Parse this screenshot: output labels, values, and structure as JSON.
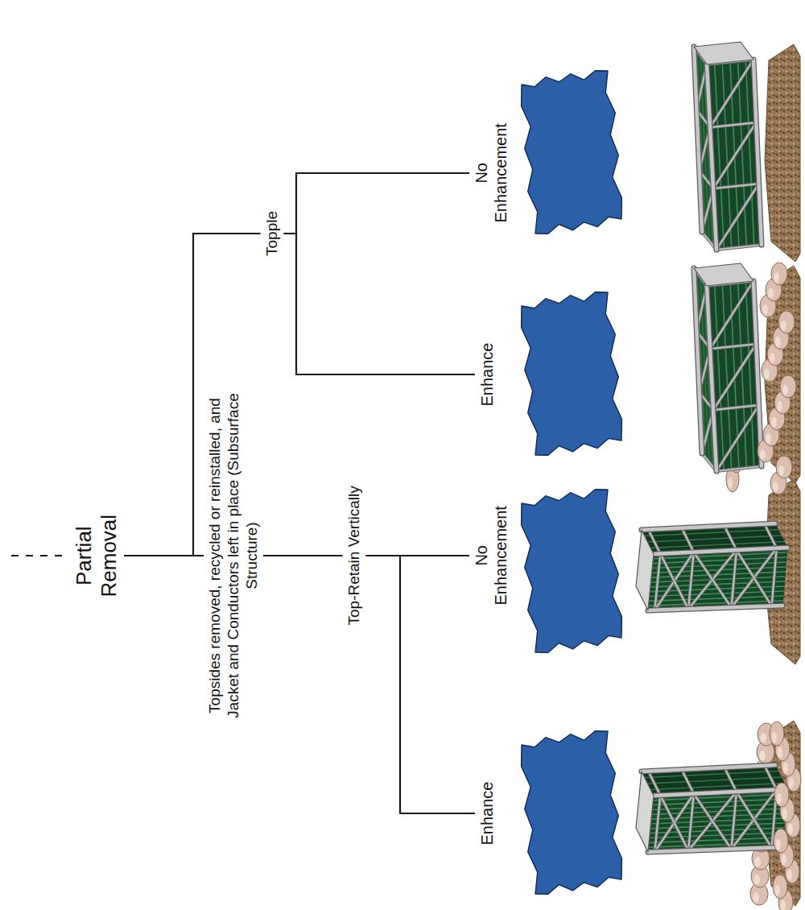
{
  "diagram": {
    "nodes": [
      {
        "text": [
          "Partial Removal"
        ]
      },
      {
        "text": [
          "Topsides removed, recycled or reinstalled, and Jacket and Conductors left in place (Subsurface Structure)"
        ]
      },
      {
        "text": [
          "Top-Retain Vertically"
        ]
      },
      {
        "text": [
          "Topple"
        ]
      },
      {
        "text": [
          "Enhance"
        ]
      },
      {
        "text": [
          "No Enhancement"
        ]
      },
      {
        "text": [
          "Enhance"
        ]
      },
      {
        "text": [
          "No Enhancement"
        ]
      }
    ],
    "edges": [
      {
        "from": 0,
        "to": 1,
        "arrow": "none"
      },
      {
        "from": 0,
        "to": 3,
        "arrow": "none"
      },
      {
        "from": 1,
        "to": 2,
        "arrow": "none"
      },
      {
        "from": 2,
        "to": 4,
        "arrow": "none"
      },
      {
        "from": 2,
        "to": 5,
        "arrow": "none"
      },
      {
        "from": 3,
        "to": 6,
        "arrow": "none"
      },
      {
        "from": 3,
        "to": 7,
        "arrow": "none"
      }
    ]
  }
}
